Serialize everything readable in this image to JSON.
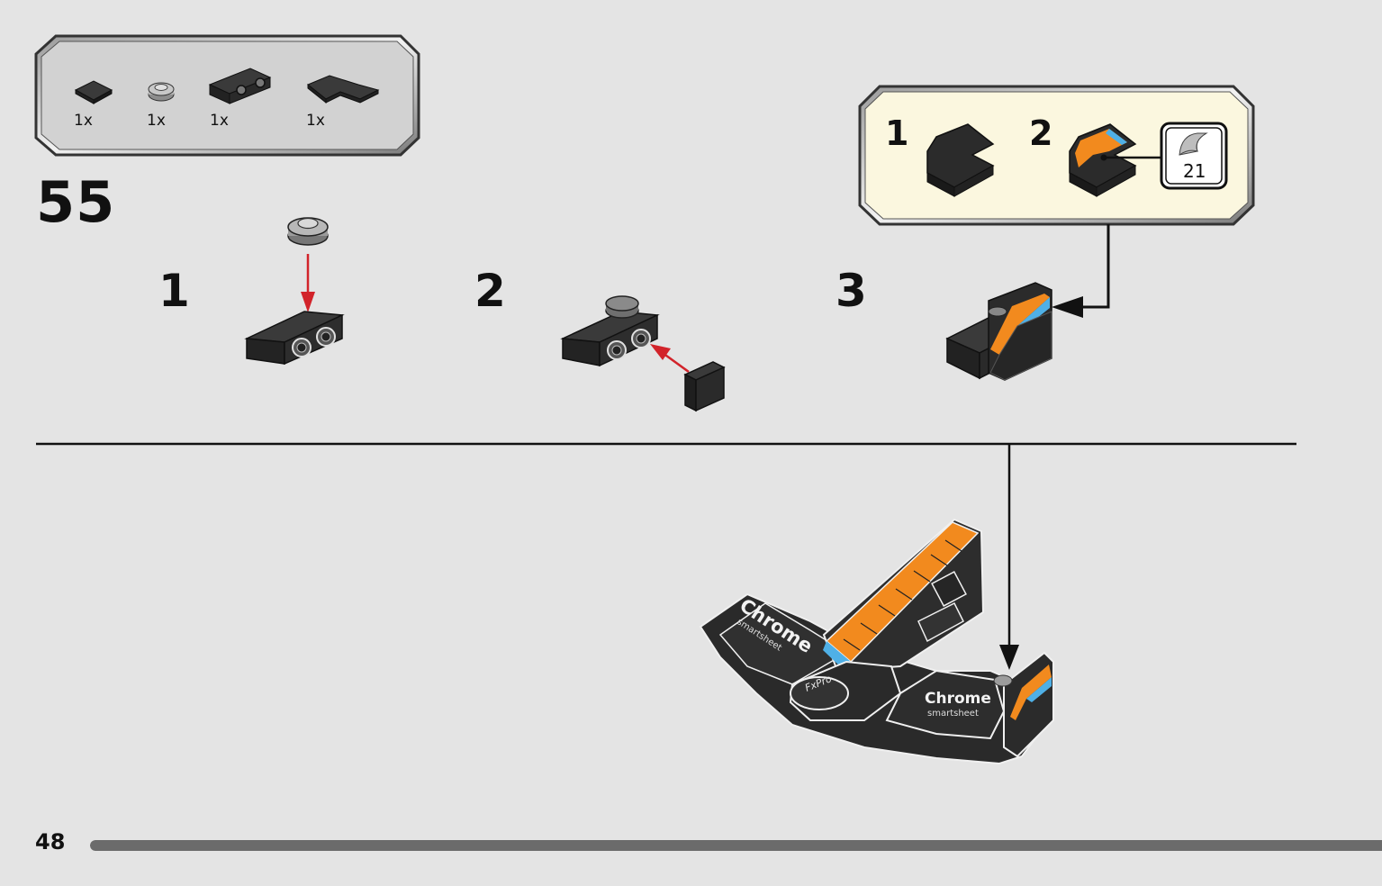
{
  "step": {
    "number": "55"
  },
  "parts_list": {
    "items": [
      {
        "name": "dark-tile-1x1",
        "qty": "1x"
      },
      {
        "name": "round-plate-1x1",
        "qty": "1x"
      },
      {
        "name": "bracket-1x2",
        "qty": "1x"
      },
      {
        "name": "dark-wedge-plate",
        "qty": "1x"
      }
    ]
  },
  "sub_steps": [
    {
      "label": "1"
    },
    {
      "label": "2"
    },
    {
      "label": "3"
    }
  ],
  "callout": {
    "steps": [
      {
        "label": "1"
      },
      {
        "label": "2"
      }
    ],
    "sticker": "21"
  },
  "model_decals": {
    "brand_main": "Chrome",
    "brand_sub": "smartsheet",
    "fxpro": "FxPro"
  },
  "footer": {
    "page_number": "48",
    "progress": 1.0
  },
  "colors": {
    "background": "#e4e4e4",
    "part_dark": "#2b2b2b",
    "part_grey": "#a9a9a9",
    "callout_bg": "#fbf7df",
    "accent_orange": "#f28a1e",
    "accent_blue": "#4fb0e6",
    "arrow_red": "#d2232a"
  }
}
